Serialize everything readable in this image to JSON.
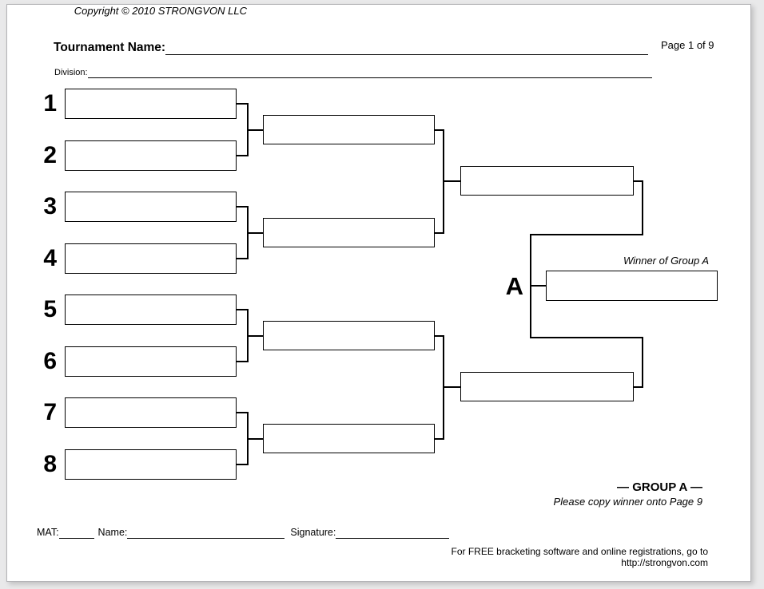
{
  "colors": {
    "ink": "#000000",
    "paper": "#ffffff",
    "surround": "#e9e9ea"
  },
  "header": {
    "tournament_label": "Tournament Name:",
    "page_indicator": "Page 1 of 9",
    "division_label": "Division:",
    "copyright": "Copyright © 2010 STRONGVON LLC"
  },
  "bracket": {
    "seeds": [
      "1",
      "2",
      "3",
      "4",
      "5",
      "6",
      "7",
      "8"
    ],
    "group_letter": "A",
    "winner_caption": "Winner of Group A"
  },
  "group_footer": {
    "title": "— GROUP A —",
    "note": "Please copy winner onto Page 9"
  },
  "officials": {
    "mat_label": "MAT:",
    "name_label": "Name:",
    "signature_label": "Signature:"
  },
  "footer": {
    "promo": "For FREE bracketing software and online registrations, go to http://strongvon.com"
  }
}
